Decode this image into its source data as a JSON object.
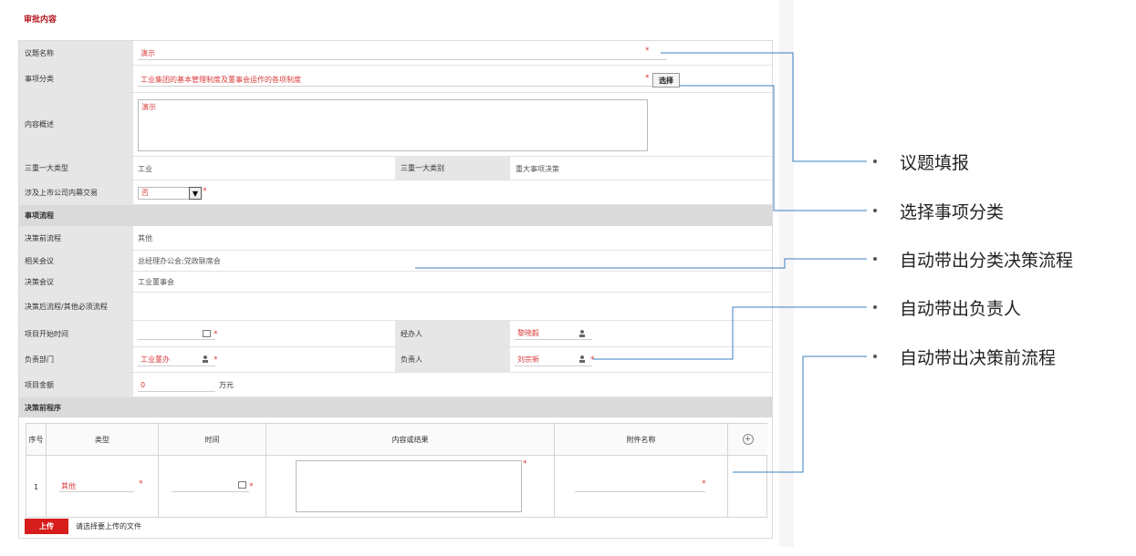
{
  "section_title": "审批内容",
  "fields": {
    "topic_name": {
      "label": "议题名称",
      "value": "演示"
    },
    "item_category": {
      "label": "事项分类",
      "value": "工业集团的基本管理制度及董事会运作的各项制度",
      "button": "选择"
    },
    "content_summary": {
      "label": "内容概述",
      "value": "演示"
    },
    "sanzhong_type": {
      "label": "三重一大类型",
      "value": "工业"
    },
    "sanzhong_category": {
      "label": "三重一大类别",
      "value": "重大事项决策"
    },
    "listed_insider": {
      "label": "涉及上市公司内幕交易",
      "value": "否"
    },
    "pre_decision_process": {
      "label": "决策前流程",
      "value": "其他"
    },
    "related_meeting": {
      "label": "相关会议",
      "value": "总经理办公会;党政联席会"
    },
    "decision_meeting": {
      "label": "决策会议",
      "value": "工业董事会"
    },
    "post_decision_process": {
      "label": "决策后流程/其他必须流程",
      "value": ""
    },
    "project_start_time": {
      "label": "项目开始时间",
      "value": ""
    },
    "handler": {
      "label": "经办人",
      "value": "黎晓毅"
    },
    "responsible_dept": {
      "label": "负责部门",
      "value": "工业董办"
    },
    "responsible_person": {
      "label": "负责人",
      "value": "刘宗新"
    },
    "project_amount": {
      "label": "项目金额",
      "value": "0",
      "unit": "万元"
    }
  },
  "sections": {
    "process": "事项流程",
    "pre_program": "决策前程序"
  },
  "subtable": {
    "headers": [
      "序号",
      "类型",
      "时间",
      "内容或结果",
      "附件名称"
    ],
    "rows": [
      {
        "index": "1",
        "type": "其他",
        "time": "",
        "content": "",
        "attachment": ""
      }
    ]
  },
  "upload": {
    "button": "上传",
    "hint": "请选择要上传的文件"
  },
  "annotations": [
    "议题填报",
    "选择事项分类",
    "自动带出分类决策流程",
    "自动带出负责人",
    "自动带出决策前流程"
  ],
  "colors": {
    "accent_red": "#d71c1c",
    "label_bg": "#e6e6e6",
    "connector_blue": "#3a7fc1"
  }
}
